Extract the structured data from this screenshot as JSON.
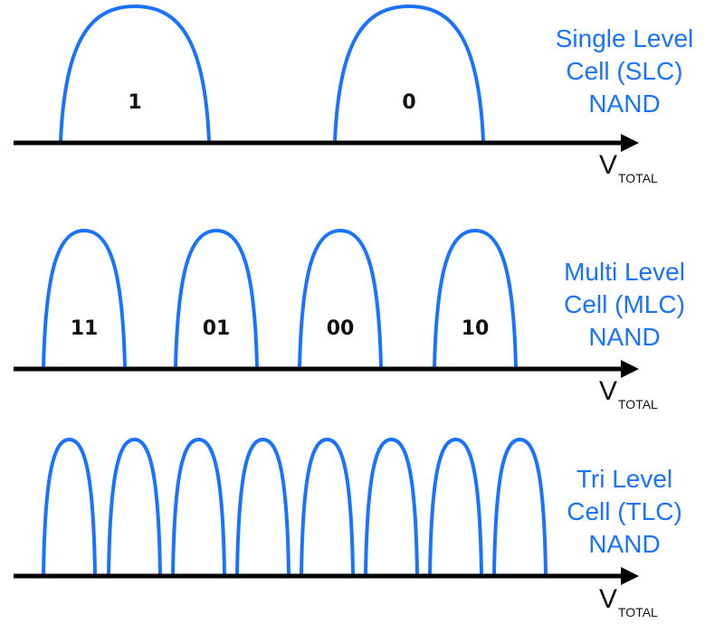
{
  "colors": {
    "curve": "#1a73ff",
    "axis": "#000000",
    "title": "#1a73ff"
  },
  "panels": [
    {
      "name": "slc",
      "title_lines": [
        "Single Level",
        "Cell (SLC)",
        "NAND"
      ],
      "states": [
        "1",
        "0"
      ],
      "state_count": 2,
      "axis_label": "V",
      "axis_sub": "TOTAL"
    },
    {
      "name": "mlc",
      "title_lines": [
        "Multi Level",
        "Cell (MLC)",
        "NAND"
      ],
      "states": [
        "11",
        "01",
        "00",
        "10"
      ],
      "state_count": 4,
      "axis_label": "V",
      "axis_sub": "TOTAL"
    },
    {
      "name": "tlc",
      "title_lines": [
        "Tri Level",
        "Cell (TLC)",
        "NAND"
      ],
      "states": [],
      "state_count": 8,
      "axis_label": "V",
      "axis_sub": "TOTAL"
    }
  ]
}
